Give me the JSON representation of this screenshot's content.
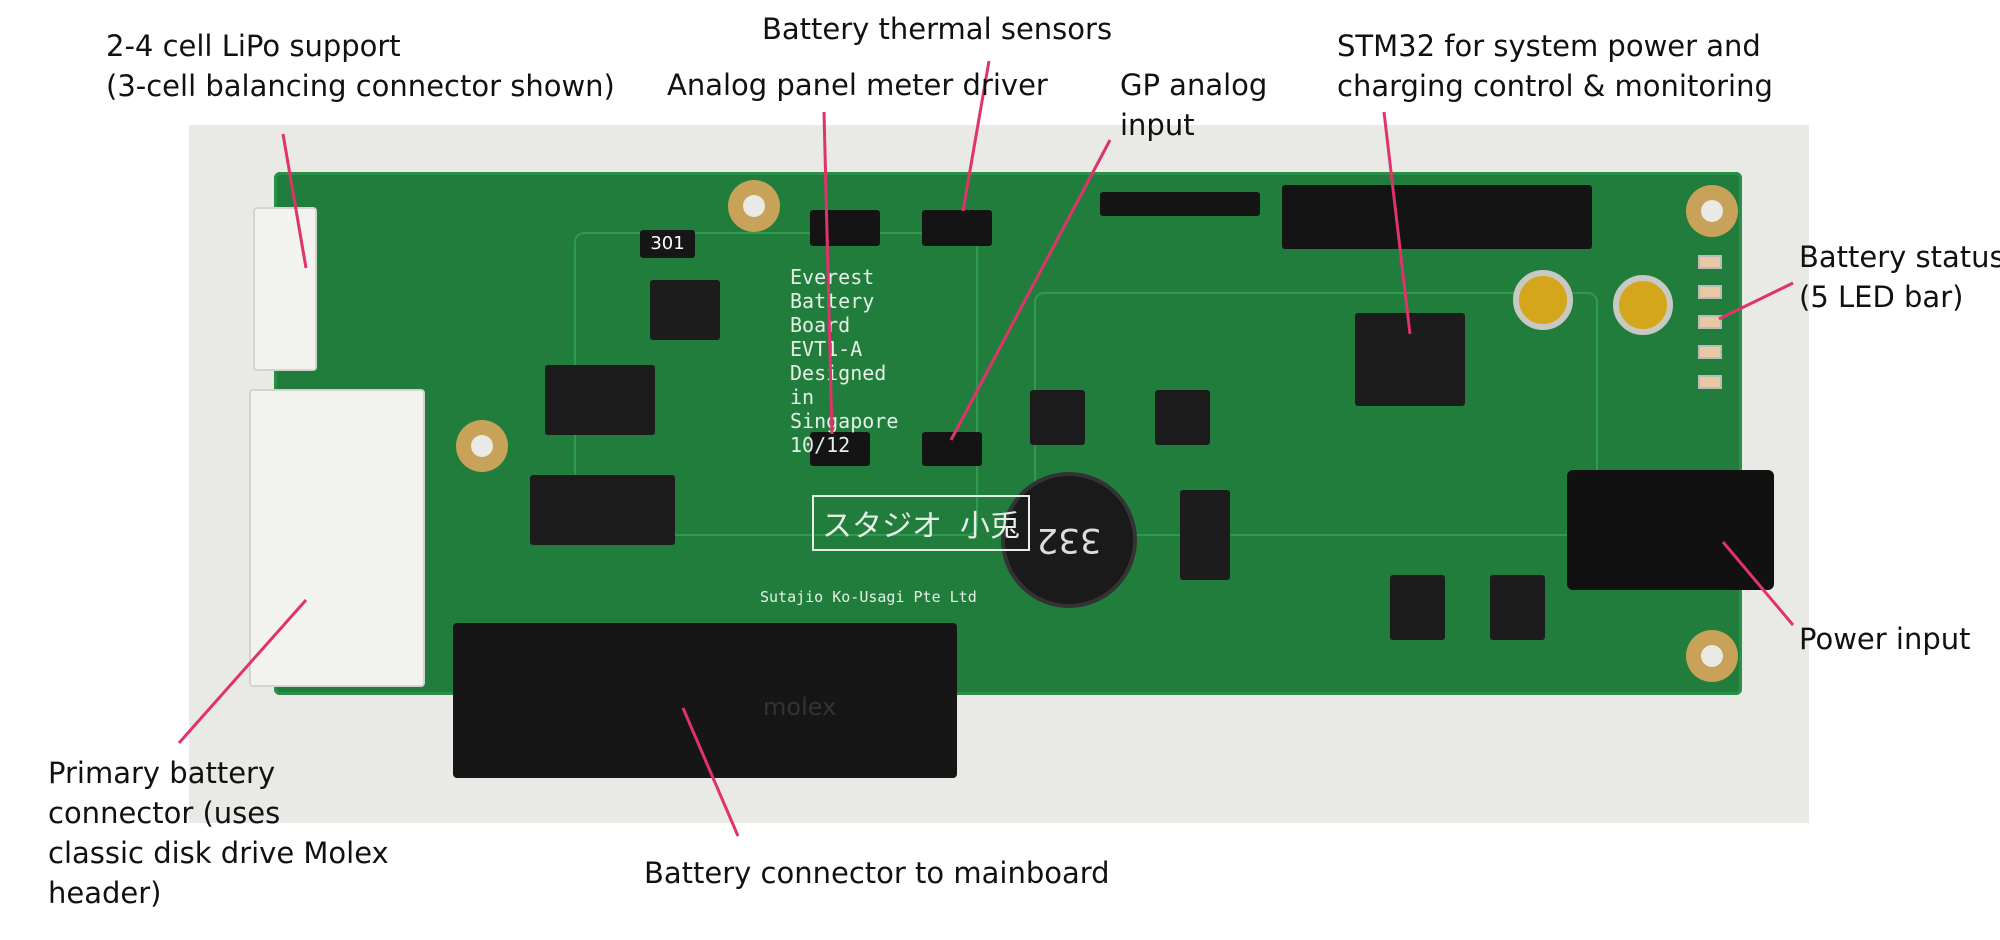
{
  "annotations": {
    "lipo": {
      "line1": "2-4 cell LiPo support",
      "line2": "(3-cell balancing connector shown)"
    },
    "thermal": {
      "text": "Battery thermal sensors"
    },
    "meter": {
      "text": "Analog panel meter driver"
    },
    "gp_analog": {
      "line1": "GP analog",
      "line2": "input"
    },
    "stm32": {
      "line1": "STM32 for system power and",
      "line2": "charging control & monitoring"
    },
    "status": {
      "line1": "Battery status",
      "line2": "(5 LED bar)"
    },
    "power": {
      "text": "Power input"
    },
    "primary": {
      "line1": "Primary battery",
      "line2": "connector (uses",
      "line3": "classic disk drive Molex",
      "line4": "header)"
    },
    "mainboard": {
      "text": "Battery connector to mainboard"
    }
  },
  "board_markings": {
    "title": "Everest Battery Board",
    "rev": "EVT1-A",
    "designed": "Designed in Singapore",
    "date": "10/12",
    "company": "Sutajio Ko-Usagi Pte Ltd",
    "logo": "スタジオ 小兎",
    "resistor": "301",
    "inductor": "332",
    "molex": "molex"
  },
  "colors": {
    "pointer": "#e0336b",
    "pcb": "#217d3c"
  }
}
